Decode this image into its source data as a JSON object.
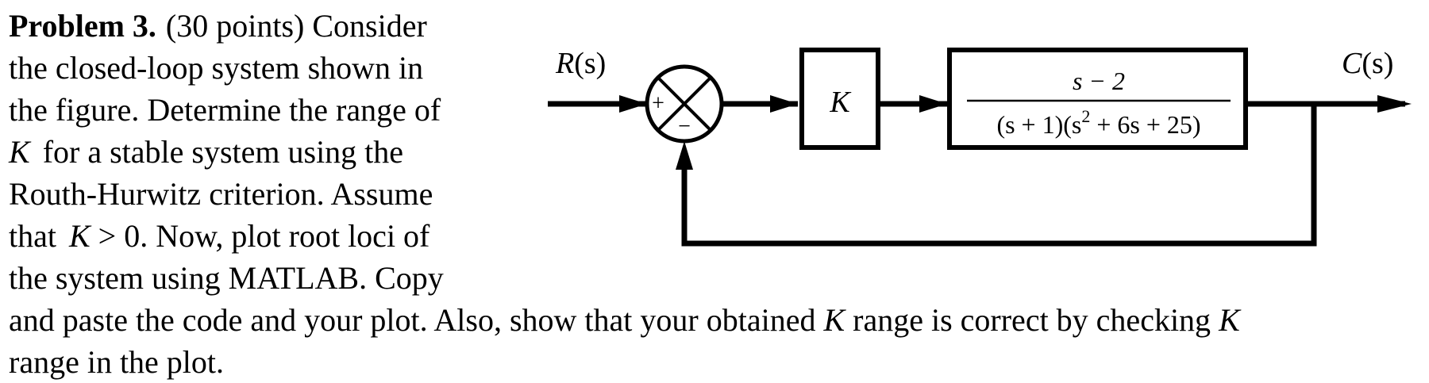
{
  "problem": {
    "heading": "Problem 3.",
    "points": "(30 points) Consider",
    "line2": "the closed-loop system shown in",
    "line3": "the figure. Determine the range of",
    "line4_var": "K",
    "line4_rest": " for a stable system using the",
    "line5": "Routh-Hurwitz criterion. Assume",
    "line6_pre": "that ",
    "line6_var": "K",
    "line6_op": " > ",
    "line6_rest": "0. Now, plot root loci of",
    "line7": "the system using MATLAB. Copy",
    "line8_pre": "and paste the code and your plot. Also, show that your obtained ",
    "line8_var": "K",
    "line8_mid": " range is correct by checking ",
    "line8_var2": "K",
    "line9": "range in the plot."
  },
  "diagram": {
    "input_label_R": "R",
    "input_label_s": "(s)",
    "output_label_C": "C",
    "output_label_s": "(s)",
    "summing_plus": "+",
    "summing_minus": "−",
    "gain_label": "K",
    "tf_numerator": "s − 2",
    "tf_den_a": "(s + 1)(s",
    "tf_den_exp": "2",
    "tf_den_b": " + 6s + 25)"
  }
}
